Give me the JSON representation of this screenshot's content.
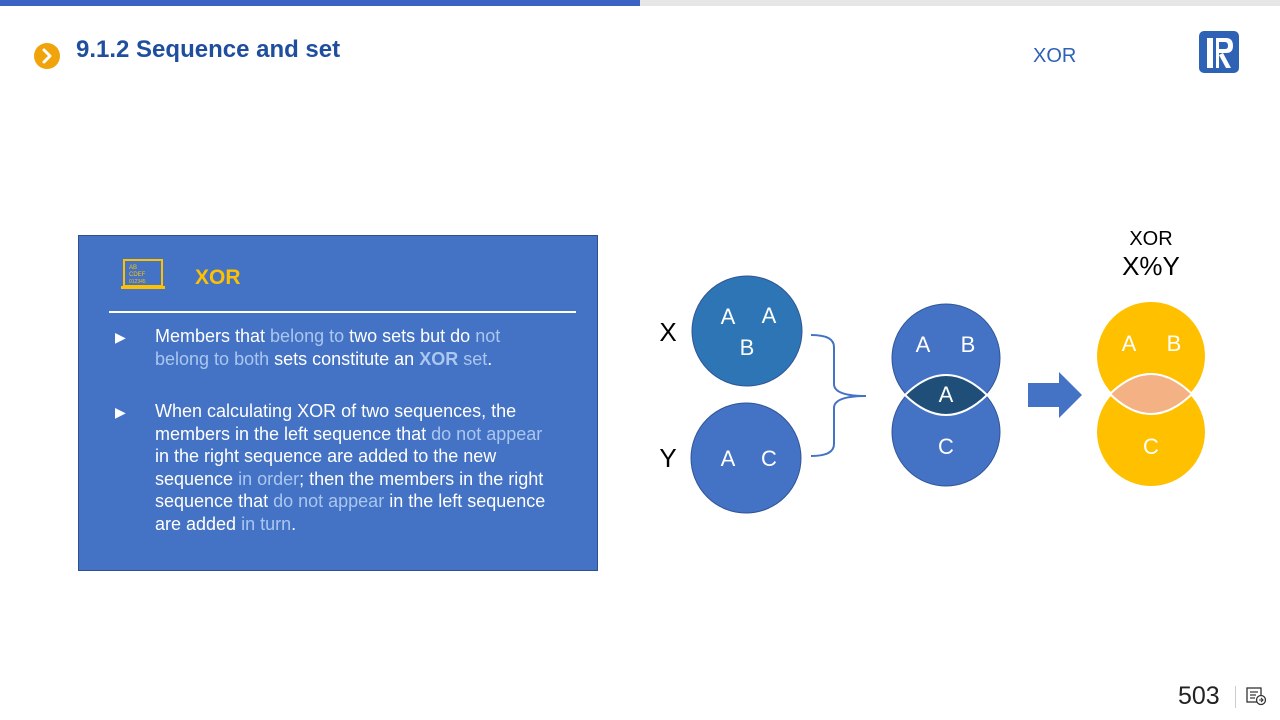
{
  "header": {
    "title": "9.1.2 Sequence and set",
    "topic": "XOR",
    "page_number": "503"
  },
  "panel": {
    "heading": "XOR",
    "icon_text": [
      "AB",
      "CDEF",
      "012345"
    ],
    "items": [
      {
        "segments": [
          {
            "text": "Members that ",
            "style": "normal"
          },
          {
            "text": "belong to",
            "style": "hl"
          },
          {
            "text": " two sets but do ",
            "style": "normal"
          },
          {
            "text": "not belong to both",
            "style": "hl"
          },
          {
            "text": " sets constitute an ",
            "style": "normal"
          },
          {
            "text": "XOR",
            "style": "hlb"
          },
          {
            "text": " ",
            "style": "normal"
          },
          {
            "text": "set",
            "style": "hl"
          },
          {
            "text": ".",
            "style": "normal"
          }
        ]
      },
      {
        "segments": [
          {
            "text": "When calculating XOR of two sequences, the members in the left sequence that ",
            "style": "normal"
          },
          {
            "text": "do not appear",
            "style": "hl"
          },
          {
            "text": " in the right sequence are added to the new sequence ",
            "style": "normal"
          },
          {
            "text": "in order",
            "style": "hl"
          },
          {
            "text": "; then the members in the right sequence that ",
            "style": "normal"
          },
          {
            "text": "do not appear",
            "style": "hl"
          },
          {
            "text": " in the left sequence are added ",
            "style": "normal"
          },
          {
            "text": "in turn",
            "style": "hl"
          },
          {
            "text": ".",
            "style": "normal"
          }
        ]
      }
    ]
  },
  "diagram": {
    "x_label": "X",
    "y_label": "Y",
    "x_members": [
      "A",
      "A",
      "B"
    ],
    "y_members": [
      "A",
      "C"
    ],
    "union_top_members": [
      "A",
      "B"
    ],
    "union_overlap_member": "A",
    "union_bottom_member": "C",
    "result_op_name": "XOR",
    "result_expr": "X%Y",
    "result_top_members": [
      "A",
      "B"
    ],
    "result_bottom_member": "C",
    "colors": {
      "x_circle": "#2e75b6",
      "blue_circle": "#4472c4",
      "overlap_dark": "#1f4e79",
      "result_circle": "#ffc000",
      "result_overlap": "#f4b183",
      "arrow": "#4472c4"
    }
  }
}
